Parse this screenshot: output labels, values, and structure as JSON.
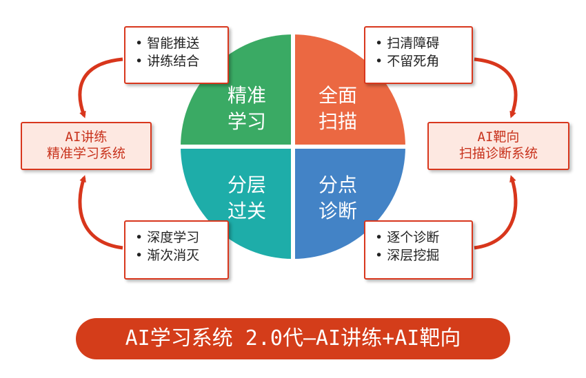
{
  "quadrants": {
    "top_left": {
      "line1": "精准",
      "line2": "学习",
      "color": "#3aaa64"
    },
    "top_right": {
      "line1": "全面",
      "line2": "扫描",
      "color": "#eb6842"
    },
    "bottom_left": {
      "line1": "分层",
      "line2": "过关",
      "color": "#1eada9"
    },
    "bottom_right": {
      "line1": "分点",
      "line2": "诊断",
      "color": "#4383c6"
    }
  },
  "feature_boxes": {
    "top_left": [
      "智能推送",
      "讲练结合"
    ],
    "top_right": [
      "扫清障碍",
      "不留死角"
    ],
    "bottom_left": [
      "深度学习",
      "渐次消灭"
    ],
    "bottom_right": [
      "逐个诊断",
      "深层挖掘"
    ]
  },
  "systems": {
    "left": {
      "line1": "AI讲练",
      "line2": "精准学习系统"
    },
    "right": {
      "line1": "AI靶向",
      "line2": "扫描诊断系统"
    }
  },
  "banner": {
    "text": "AI学习系统 2.0代—AI讲练+AI靶向"
  },
  "colors": {
    "accent": "#d8361c",
    "banner": "#d43d1a",
    "system_fill": "#fde8e1"
  }
}
